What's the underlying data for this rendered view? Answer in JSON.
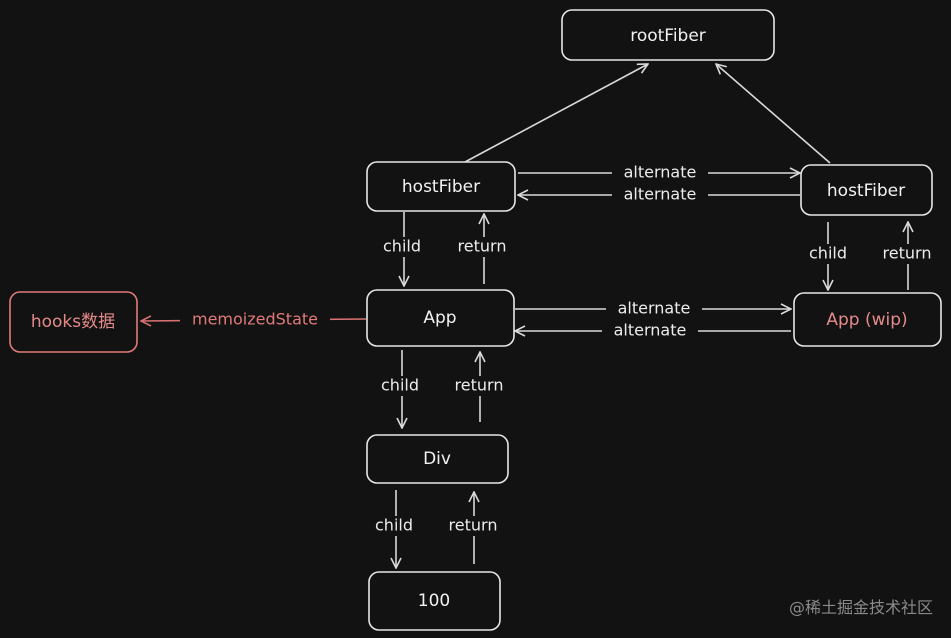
{
  "nodes": {
    "rootFiber": {
      "label": "rootFiber"
    },
    "hostFiber_current": {
      "label": "hostFiber"
    },
    "hostFiber_wip": {
      "label": "hostFiber"
    },
    "app_current": {
      "label": "App"
    },
    "app_wip": {
      "label": "App (wip)"
    },
    "hooks": {
      "label": "hooks数据"
    },
    "div": {
      "label": "Div"
    },
    "text100": {
      "label": "100"
    }
  },
  "edges": {
    "child": "child",
    "return": "return",
    "alternate": "alternate",
    "memoizedState": "memoizedState"
  },
  "colors": {
    "background": "#121212",
    "stroke": "#e6e6e6",
    "accent": "#e07a7a"
  },
  "watermark": "@稀土掘金技术社区"
}
